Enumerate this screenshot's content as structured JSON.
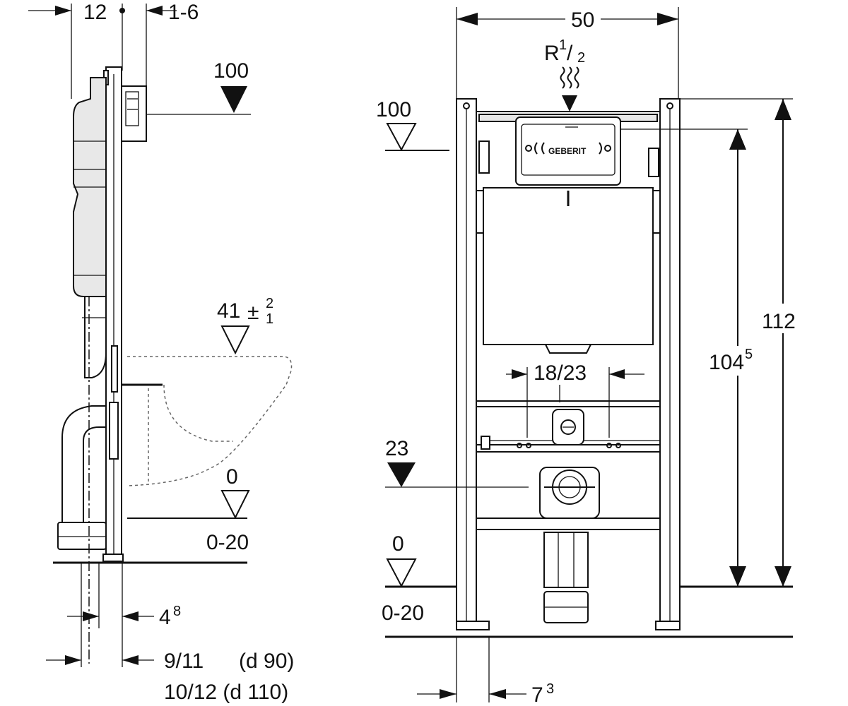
{
  "side_view": {
    "dim_top_left": "12",
    "dim_top_right": "1-6",
    "level_100": "100",
    "level_41": "41",
    "level_41_plus": "2",
    "level_41_minus": "1",
    "level_0": "0",
    "range_0_20": "0-20",
    "dim_4": "4",
    "dim_4_sup": "8",
    "dim_9_11": "9/11",
    "dim_d90": "(d 90)",
    "dim_10_12": "10/12 (d 110)"
  },
  "front_view": {
    "width_50": "50",
    "connection": "R",
    "connection_sup": "1",
    "connection_sub": "2",
    "level_100": "100",
    "height_112": "112",
    "height_104": "104",
    "height_104_sup": "5",
    "dim_18_23": "18/23",
    "level_23": "23",
    "level_0": "0",
    "range_0_20": "0-20",
    "dim_7": "7",
    "dim_7_sup": "3",
    "brand": "GEBERIT"
  }
}
